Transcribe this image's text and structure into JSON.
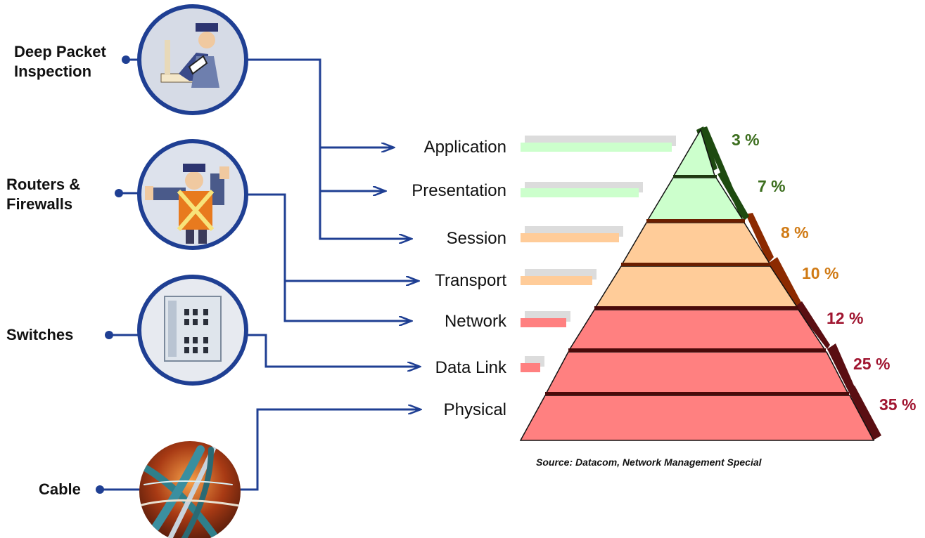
{
  "devices": [
    {
      "name": "deep-packet-inspection",
      "label": "Deep Packet\nInspection",
      "icon": "inspector-icon"
    },
    {
      "name": "routers-firewalls",
      "label": "Routers &\nFirewalls",
      "icon": "traffic-officer-icon"
    },
    {
      "name": "switches",
      "label": "Switches",
      "icon": "switch-device-icon"
    },
    {
      "name": "cable",
      "label": "Cable",
      "icon": "fiber-cable-icon"
    }
  ],
  "layers": [
    {
      "label": "Application",
      "percent": "3 %",
      "value": 3
    },
    {
      "label": "Presentation",
      "percent": "7 %",
      "value": 7
    },
    {
      "label": "Session",
      "percent": "8 %",
      "value": 8
    },
    {
      "label": "Transport",
      "percent": "10 %",
      "value": 10
    },
    {
      "label": "Network",
      "percent": "12 %",
      "value": 12
    },
    {
      "label": "Data Link",
      "percent": "25 %",
      "value": 25
    },
    {
      "label": "Physical",
      "percent": "35 %",
      "value": 35
    }
  ],
  "source": "Source: Datacom, Network Management Special",
  "colors": {
    "connector": "#1f3f93",
    "green_fill": "#ccffcc",
    "orange_fill": "#ffcc99",
    "red_fill": "#ff8080",
    "green_text": "#3c6e1e",
    "orange_text": "#d07a14",
    "red_text": "#a01530"
  }
}
